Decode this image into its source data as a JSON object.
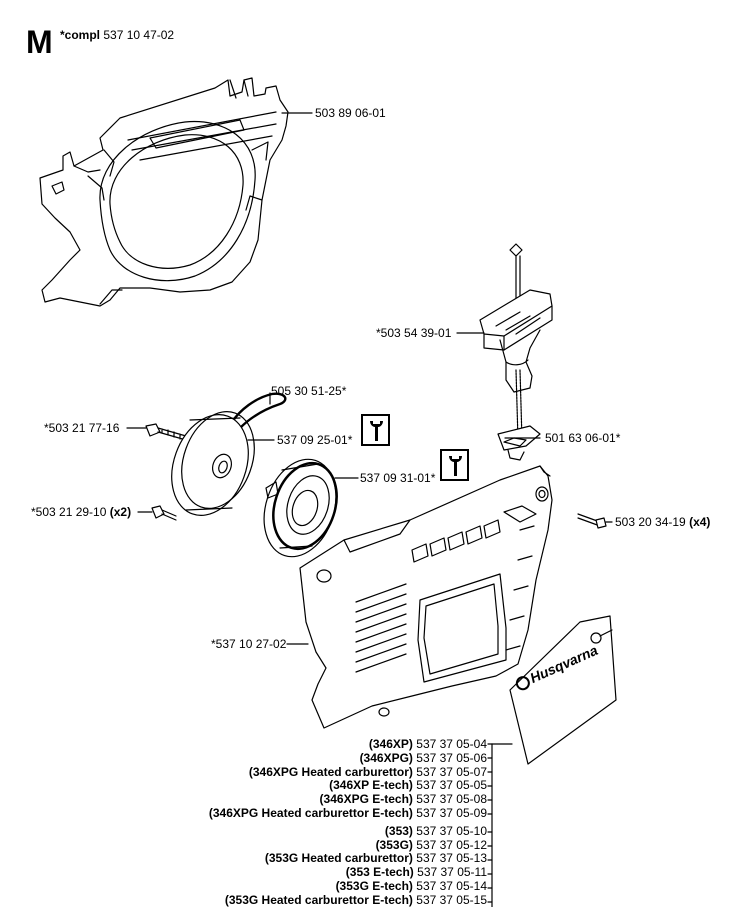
{
  "section": {
    "letter": "M",
    "compl_prefix": "*compl",
    "compl_number": "537 10 47-02"
  },
  "parts": {
    "crankcase_cover": "503 89 06-01",
    "starter_handle": "*503 54 39-01",
    "screw_pulley": "*503 21 77-16",
    "spring_cord": "505 30 51-25*",
    "pulley": "537 09 25-01*",
    "recoil_spring": "537 09 31-01*",
    "handle_guide": "501 63 06-01*",
    "screw_x2_number": "*503 21 29-10",
    "screw_x2_qty": "(x2)",
    "screw_x4_number": "503 20 34-19",
    "screw_x4_qty": "(x4)",
    "starter_housing": "*537 10 27-02"
  },
  "decal": {
    "brand": "Husqvarna"
  },
  "models": [
    {
      "model": "(346XP)",
      "number": "537 37 05-04"
    },
    {
      "model": "(346XPG)",
      "number": "537 37 05-06"
    },
    {
      "model": "(346XPG Heated carburettor)",
      "number": "537 37 05-07"
    },
    {
      "model": "(346XP E-tech)",
      "number": "537 37 05-05"
    },
    {
      "model": "(346XPG E-tech)",
      "number": "537 37 05-08"
    },
    {
      "model": "(346XPG Heated carburettor E-tech)",
      "number": "537 37 05-09"
    },
    {
      "model": "(353)",
      "number": "537 37 05-10"
    },
    {
      "model": "(353G)",
      "number": "537 37 05-12"
    },
    {
      "model": "(353G Heated carburettor)",
      "number": "537 37 05-13"
    },
    {
      "model": "(353 E-tech)",
      "number": "537 37 05-11"
    },
    {
      "model": "(353G E-tech)",
      "number": "537 37 05-14"
    },
    {
      "model": "(353G Heated carburettor E-tech)",
      "number": "537 37 05-15"
    }
  ],
  "icons": [
    "wrench-icon",
    "husqvarna-logo-icon"
  ]
}
